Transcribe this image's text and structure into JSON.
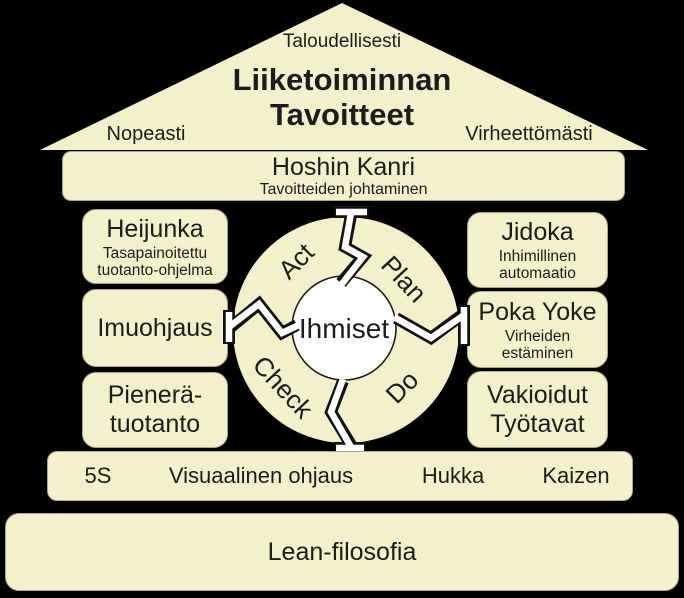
{
  "colors": {
    "background": "#000000",
    "box_fill": "#f3f1cb",
    "box_edge": "#aaa887",
    "text": "#1c1c1c",
    "connector": "#ffffff",
    "center_circle": "#ffffff"
  },
  "roof": {
    "top_label": "Taloudellisesti",
    "title_line1": "Liiketoiminnan",
    "title_line2": "Tavoitteet",
    "left_label": "Nopeasti",
    "right_label": "Virheettömästi"
  },
  "hoshin": {
    "title": "Hoshin Kanri",
    "subtitle": "Tavoitteiden johtaminen"
  },
  "pillars": {
    "left": [
      {
        "title": "Heijunka",
        "subtitle": "Tasapainoitettu tuotanto-ohjelma"
      },
      {
        "title": "Imuohjaus"
      },
      {
        "title": "Pienerä-tuotanto"
      }
    ],
    "right": [
      {
        "title": "Jidoka",
        "subtitle": "Inhimillinen automaatio"
      },
      {
        "title": "Poka Yoke",
        "subtitle": "Virheiden estäminen"
      },
      {
        "title": "Vakioidut Työtavat"
      }
    ]
  },
  "pdca": {
    "act": "Act",
    "plan": "Plan",
    "check": "Check",
    "do": "Do",
    "center": "Ihmiset"
  },
  "foundation": {
    "items": [
      "5S",
      "Visuaalinen ohjaus",
      "Hukka",
      "Kaizen"
    ]
  },
  "base": {
    "label": "Lean-filosofia"
  }
}
